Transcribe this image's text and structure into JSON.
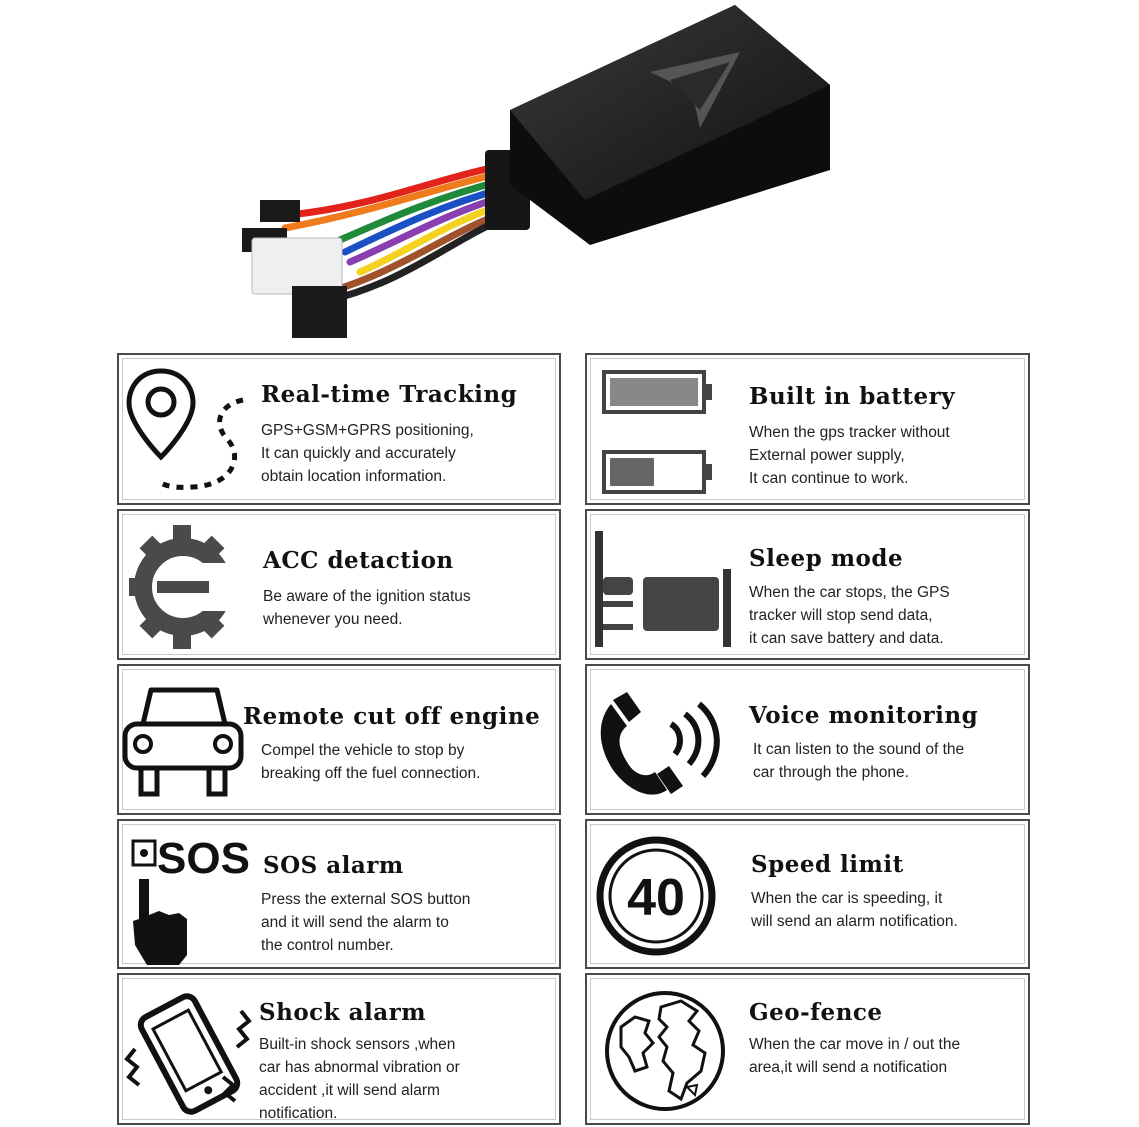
{
  "features": [
    {
      "title": "Real-time Tracking",
      "lines": [
        "GPS+GSM+GPRS positioning,",
        "It can quickly and accurately",
        "obtain location information."
      ]
    },
    {
      "title": "Built in battery",
      "lines": [
        "When the gps tracker without",
        "External power supply,",
        "It can continue to work."
      ]
    },
    {
      "title": "ACC detaction",
      "lines": [
        "Be aware of the ignition status",
        "whenever you need."
      ]
    },
    {
      "title": "Sleep mode",
      "lines": [
        "When the car stops, the GPS",
        "tracker will stop send data,",
        "it can save battery and data."
      ]
    },
    {
      "title": "Remote cut off engine",
      "lines": [
        "Compel the vehicle to stop by",
        "breaking off the fuel connection."
      ]
    },
    {
      "title": "Voice monitoring",
      "lines": [
        "It can listen to the sound of the",
        "car through the phone."
      ]
    },
    {
      "title": "SOS alarm",
      "lines": [
        "Press the external SOS button",
        "and it will send the alarm to",
        "the control number."
      ]
    },
    {
      "title": "Speed limit",
      "lines": [
        "When the car is speeding, it",
        "will send an alarm notification."
      ]
    },
    {
      "title": "Shock alarm",
      "lines": [
        "Built-in shock sensors ,when",
        "car has abnormal vibration or",
        "accident ,it will send alarm",
        "notification."
      ]
    },
    {
      "title": "Geo-fence",
      "lines": [
        "When the car move in / out the",
        "area,it will send a notification"
      ]
    }
  ],
  "icons": {
    "sos_text": "SOS",
    "speed_value": "40",
    "battery_charge_full": 1.0,
    "battery_charge_low": 0.5
  }
}
